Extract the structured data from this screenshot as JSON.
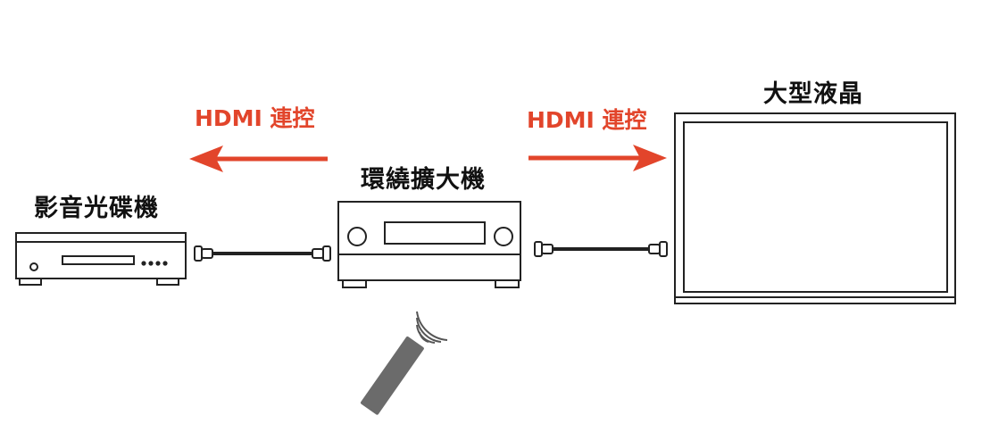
{
  "labels": {
    "player": "影音光碟機",
    "receiver": "環繞擴大機",
    "tv": "大型液晶",
    "hdmi_left": "HDMI 連控",
    "hdmi_right": "HDMI 連控"
  },
  "colors": {
    "arrow": "#e2452b",
    "outline": "#222222",
    "remote": "#6b6b6b",
    "background": "#ffffff"
  },
  "icons": {
    "player": "disc-player-icon",
    "receiver": "av-receiver-icon",
    "tv": "lcd-tv-icon",
    "remote": "remote-control-icon",
    "cable": "hdmi-cable-icon"
  }
}
